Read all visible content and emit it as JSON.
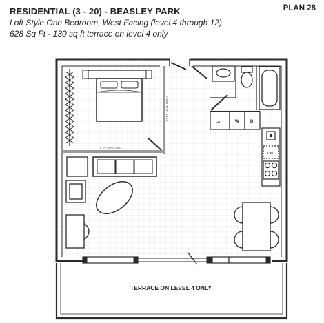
{
  "header": {
    "title": "RESIDENTIAL (3 - 20) - BEASLEY PARK",
    "plan_label": "PLAN 28",
    "subtitle_line1": "Loft Style One Bedroom, West Facing (level 4 through 12)",
    "subtitle_line2": "628 Sq Ft - 130 sq ft terrace on level 4 only"
  },
  "plan": {
    "wall_label_vertical": "11 FT HIGH WALL",
    "wall_label_horizontal": "6 FT HIGH WALL",
    "fridge_label": "FR",
    "washer_label": "W",
    "dryer_label": "D",
    "dishwasher_label": "DW",
    "terrace_label": "TERRACE ON LEVEL 4 ONLY"
  },
  "colors": {
    "wall": "#2b2b2b",
    "partition": "#9a9a9a",
    "grid": "#e4e4e4",
    "fixture": "#333333"
  }
}
